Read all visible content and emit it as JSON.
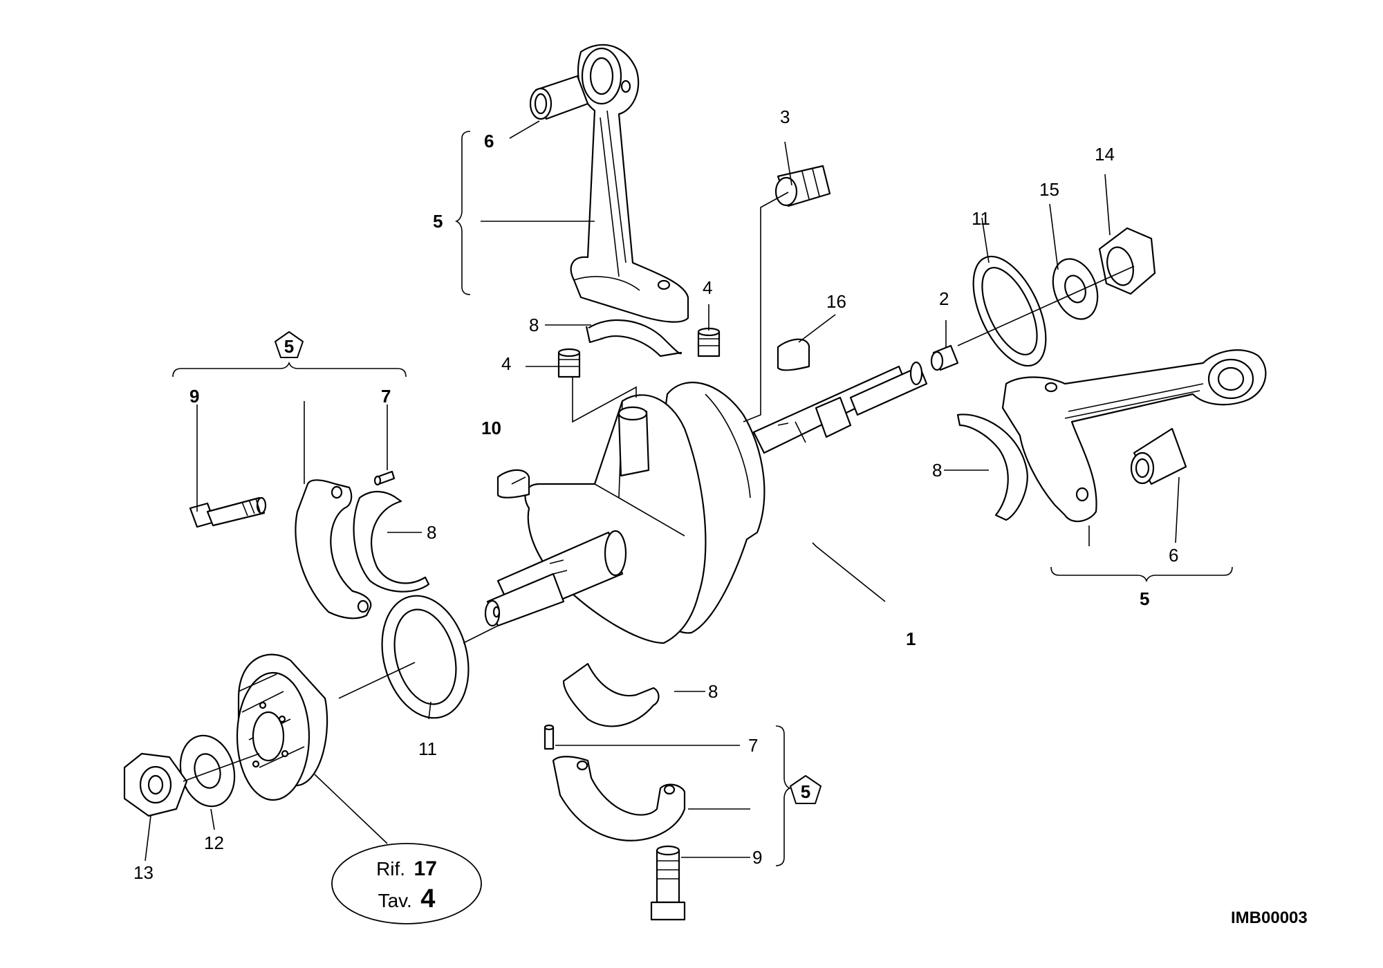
{
  "diagram": {
    "code": "IMB00003",
    "reference": {
      "rif_label": "Rif.",
      "rif_value": "17",
      "tav_label": "Tav.",
      "tav_value": "4"
    },
    "labels": {
      "n1": "1",
      "n2": "2",
      "n3": "3",
      "n4a": "4",
      "n4b": "4",
      "n5_top": "5",
      "n5_right": "5",
      "n5_sym_left": "5",
      "n5_sym_bottom": "5",
      "n6_top": "6",
      "n6_right": "6",
      "n7_left": "7",
      "n7_bottom": "7",
      "n8_top": "8",
      "n8_left": "8",
      "n8_right": "8",
      "n8_bottom": "8",
      "n9_left": "9",
      "n9_bottom": "9",
      "n10": "10",
      "n11_right": "11",
      "n11_bottom": "11",
      "n12": "12",
      "n13": "13",
      "n14": "14",
      "n15": "15",
      "n16": "16"
    }
  }
}
